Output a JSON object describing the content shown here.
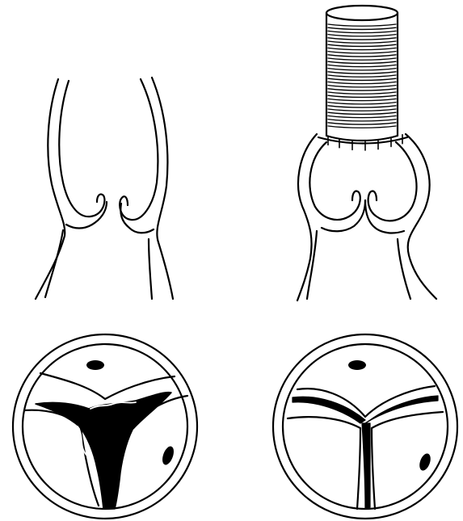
{
  "figure": {
    "panels": [
      {
        "id": "top-left",
        "content": "aortic-root-sagittal-before"
      },
      {
        "id": "top-right",
        "content": "aortic-root-sagittal-with-graft"
      },
      {
        "id": "bottom-left",
        "content": "aortic-valve-top-view-wide-opening"
      },
      {
        "id": "bottom-right",
        "content": "aortic-valve-top-view-coapted"
      }
    ],
    "colors": {
      "ink": "#000000",
      "paper": "#ffffff"
    }
  }
}
